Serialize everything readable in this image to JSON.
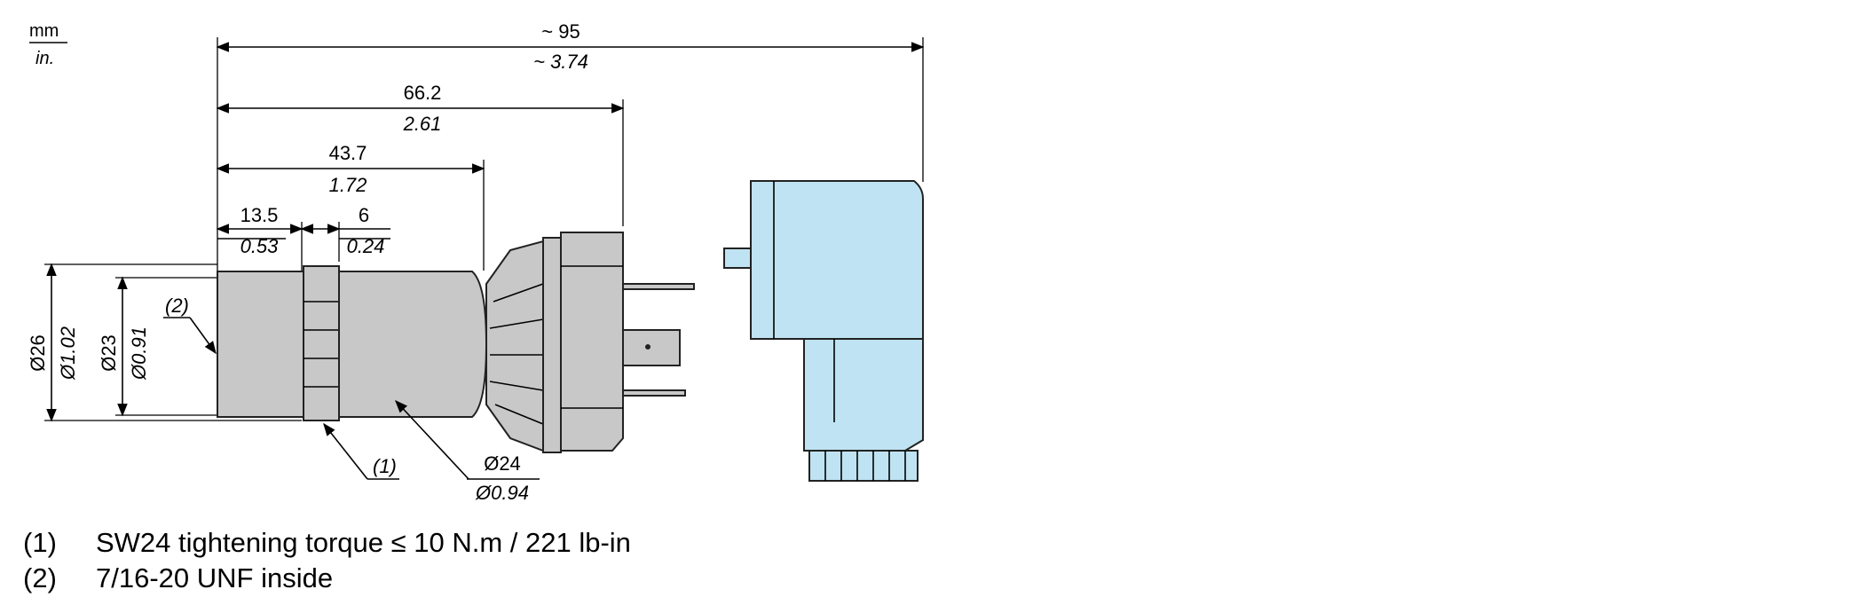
{
  "units": {
    "primary": "mm",
    "secondary": "in."
  },
  "dimensions": {
    "overall_length": {
      "mm": "~ 95",
      "in": "~ 3.74"
    },
    "connector_length": {
      "mm": "66.2",
      "in": "2.61"
    },
    "body_length": {
      "mm": "43.7",
      "in": "1.72"
    },
    "thread_length": {
      "mm": "13.5",
      "in": "0.53"
    },
    "hex_length": {
      "mm": "6",
      "in": "0.24"
    },
    "outer_diameter": {
      "mm": "Ø26",
      "in": "Ø1.02"
    },
    "thread_diameter": {
      "mm": "Ø23",
      "in": "Ø0.91"
    },
    "body_diameter": {
      "mm": "Ø24",
      "in": "Ø0.94"
    }
  },
  "callouts": {
    "c1": "(1)",
    "c2": "(2)"
  },
  "notes": [
    {
      "num": "(1)",
      "text": "SW24 tightening torque ≤ 10 N.m / 221 lb-in"
    },
    {
      "num": "(2)",
      "text": "7/16-20 UNF inside"
    }
  ],
  "colors": {
    "body": "#c8c8c8",
    "connector": "#bfe3f2",
    "line": "#000000"
  }
}
